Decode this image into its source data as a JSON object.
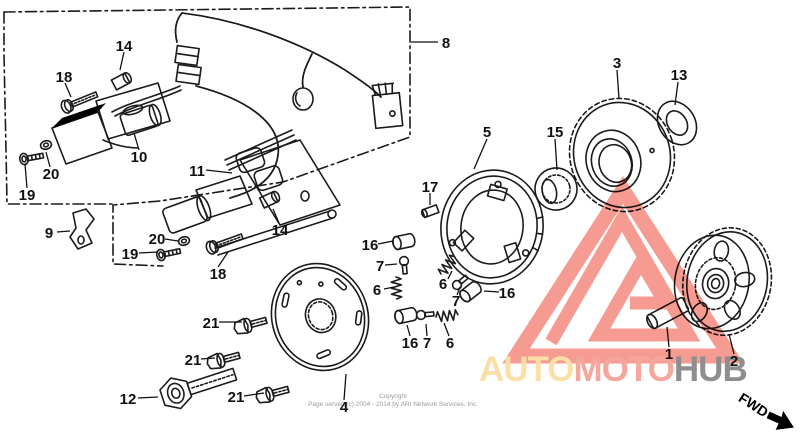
{
  "brand": {
    "auto": "AUTO",
    "moto": "MOTO",
    "hub": "HUB",
    "colors": {
      "auto": "#FADFA9",
      "moto": "#F5A79E",
      "hub": "#8E8E8E",
      "triangle": "#F59B91"
    }
  },
  "fwd": {
    "label": "FWD"
  },
  "footer": {
    "line1": "Copyright",
    "line2": "Page served (c) 2004 - 2014 by ARI Network Services, Inc."
  },
  "diagram": {
    "labels": [
      {
        "text": "14"
      },
      {
        "text": "18"
      },
      {
        "text": "8"
      },
      {
        "text": "3"
      },
      {
        "text": "13"
      },
      {
        "text": "10"
      },
      {
        "text": "20"
      },
      {
        "text": "19"
      },
      {
        "text": "11"
      },
      {
        "text": "5"
      },
      {
        "text": "15"
      },
      {
        "text": "17"
      },
      {
        "text": "9"
      },
      {
        "text": "20"
      },
      {
        "text": "19"
      },
      {
        "text": "18"
      },
      {
        "text": "14"
      },
      {
        "text": "16"
      },
      {
        "text": "7"
      },
      {
        "text": "6"
      },
      {
        "text": "6"
      },
      {
        "text": "7"
      },
      {
        "text": "16"
      },
      {
        "text": "16"
      },
      {
        "text": "7"
      },
      {
        "text": "6"
      },
      {
        "text": "21"
      },
      {
        "text": "21"
      },
      {
        "text": "21"
      },
      {
        "text": "12"
      },
      {
        "text": "4"
      },
      {
        "text": "1"
      },
      {
        "text": "2"
      }
    ]
  }
}
